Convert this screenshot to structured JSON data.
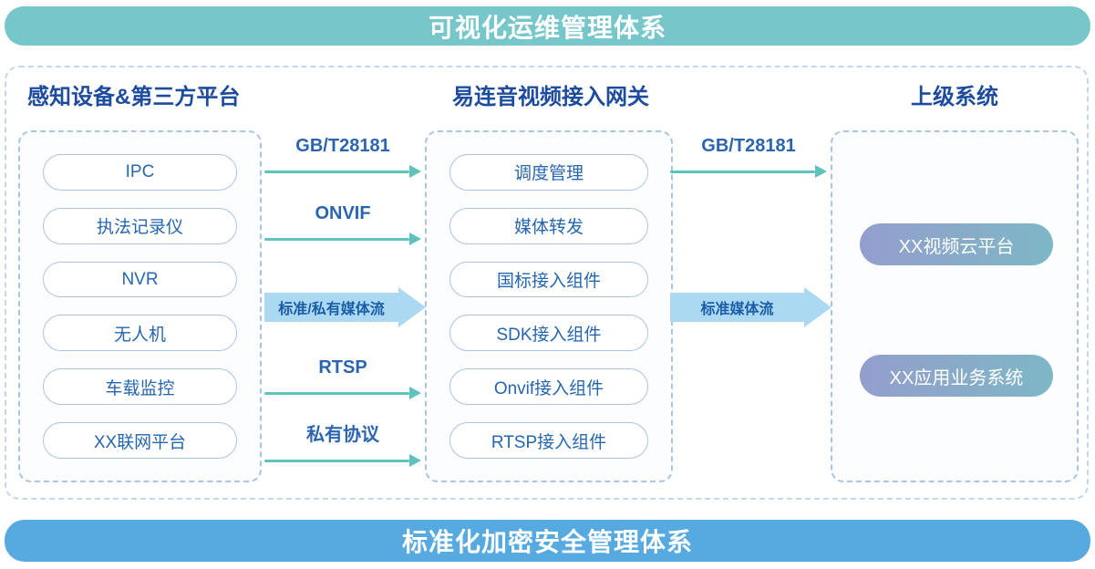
{
  "banners": {
    "top": "可视化运维管理体系",
    "bottom": "标准化加密安全管理体系"
  },
  "columns": {
    "left": {
      "title": "感知设备&第三方平台",
      "items": [
        "IPC",
        "执法记录仪",
        "NVR",
        "无人机",
        "车载监控",
        "XX联网平台"
      ]
    },
    "middle": {
      "title": "易连音视频接入网关",
      "items": [
        "调度管理",
        "媒体转发",
        "国标接入组件",
        "SDK接入组件",
        "Onvif接入组件",
        "RTSP接入组件"
      ]
    },
    "right": {
      "title": "上级系统",
      "items": [
        "XX视频云平台",
        "XX应用业务系统"
      ]
    }
  },
  "flows": {
    "left_to_gateway": [
      {
        "label": "GB/T28181",
        "type": "thin"
      },
      {
        "label": "ONVIF",
        "type": "thin"
      },
      {
        "label": "标准/私有媒体流",
        "type": "thick"
      },
      {
        "label": "RTSP",
        "type": "thin"
      },
      {
        "label": "私有协议",
        "type": "thin"
      }
    ],
    "gateway_to_upper": [
      {
        "label": "GB/T28181",
        "type": "thin"
      },
      {
        "label": "标准媒体流",
        "type": "thick"
      }
    ]
  },
  "colors": {
    "top_banner": "#76C6CA",
    "bottom_banner": "#56AADF",
    "heading_text": "#1D4C9F",
    "pill_text": "#2666AE",
    "pill_border": "#ABC3E2",
    "dashed_border": "#A9C4E5",
    "thin_arrow": "#5EC3BC",
    "thick_arrow_fill": "#ABD9F2",
    "thick_arrow_text": "#1A5CA8",
    "gradient_start": "#939ECC",
    "gradient_end": "#7EB7C6"
  }
}
